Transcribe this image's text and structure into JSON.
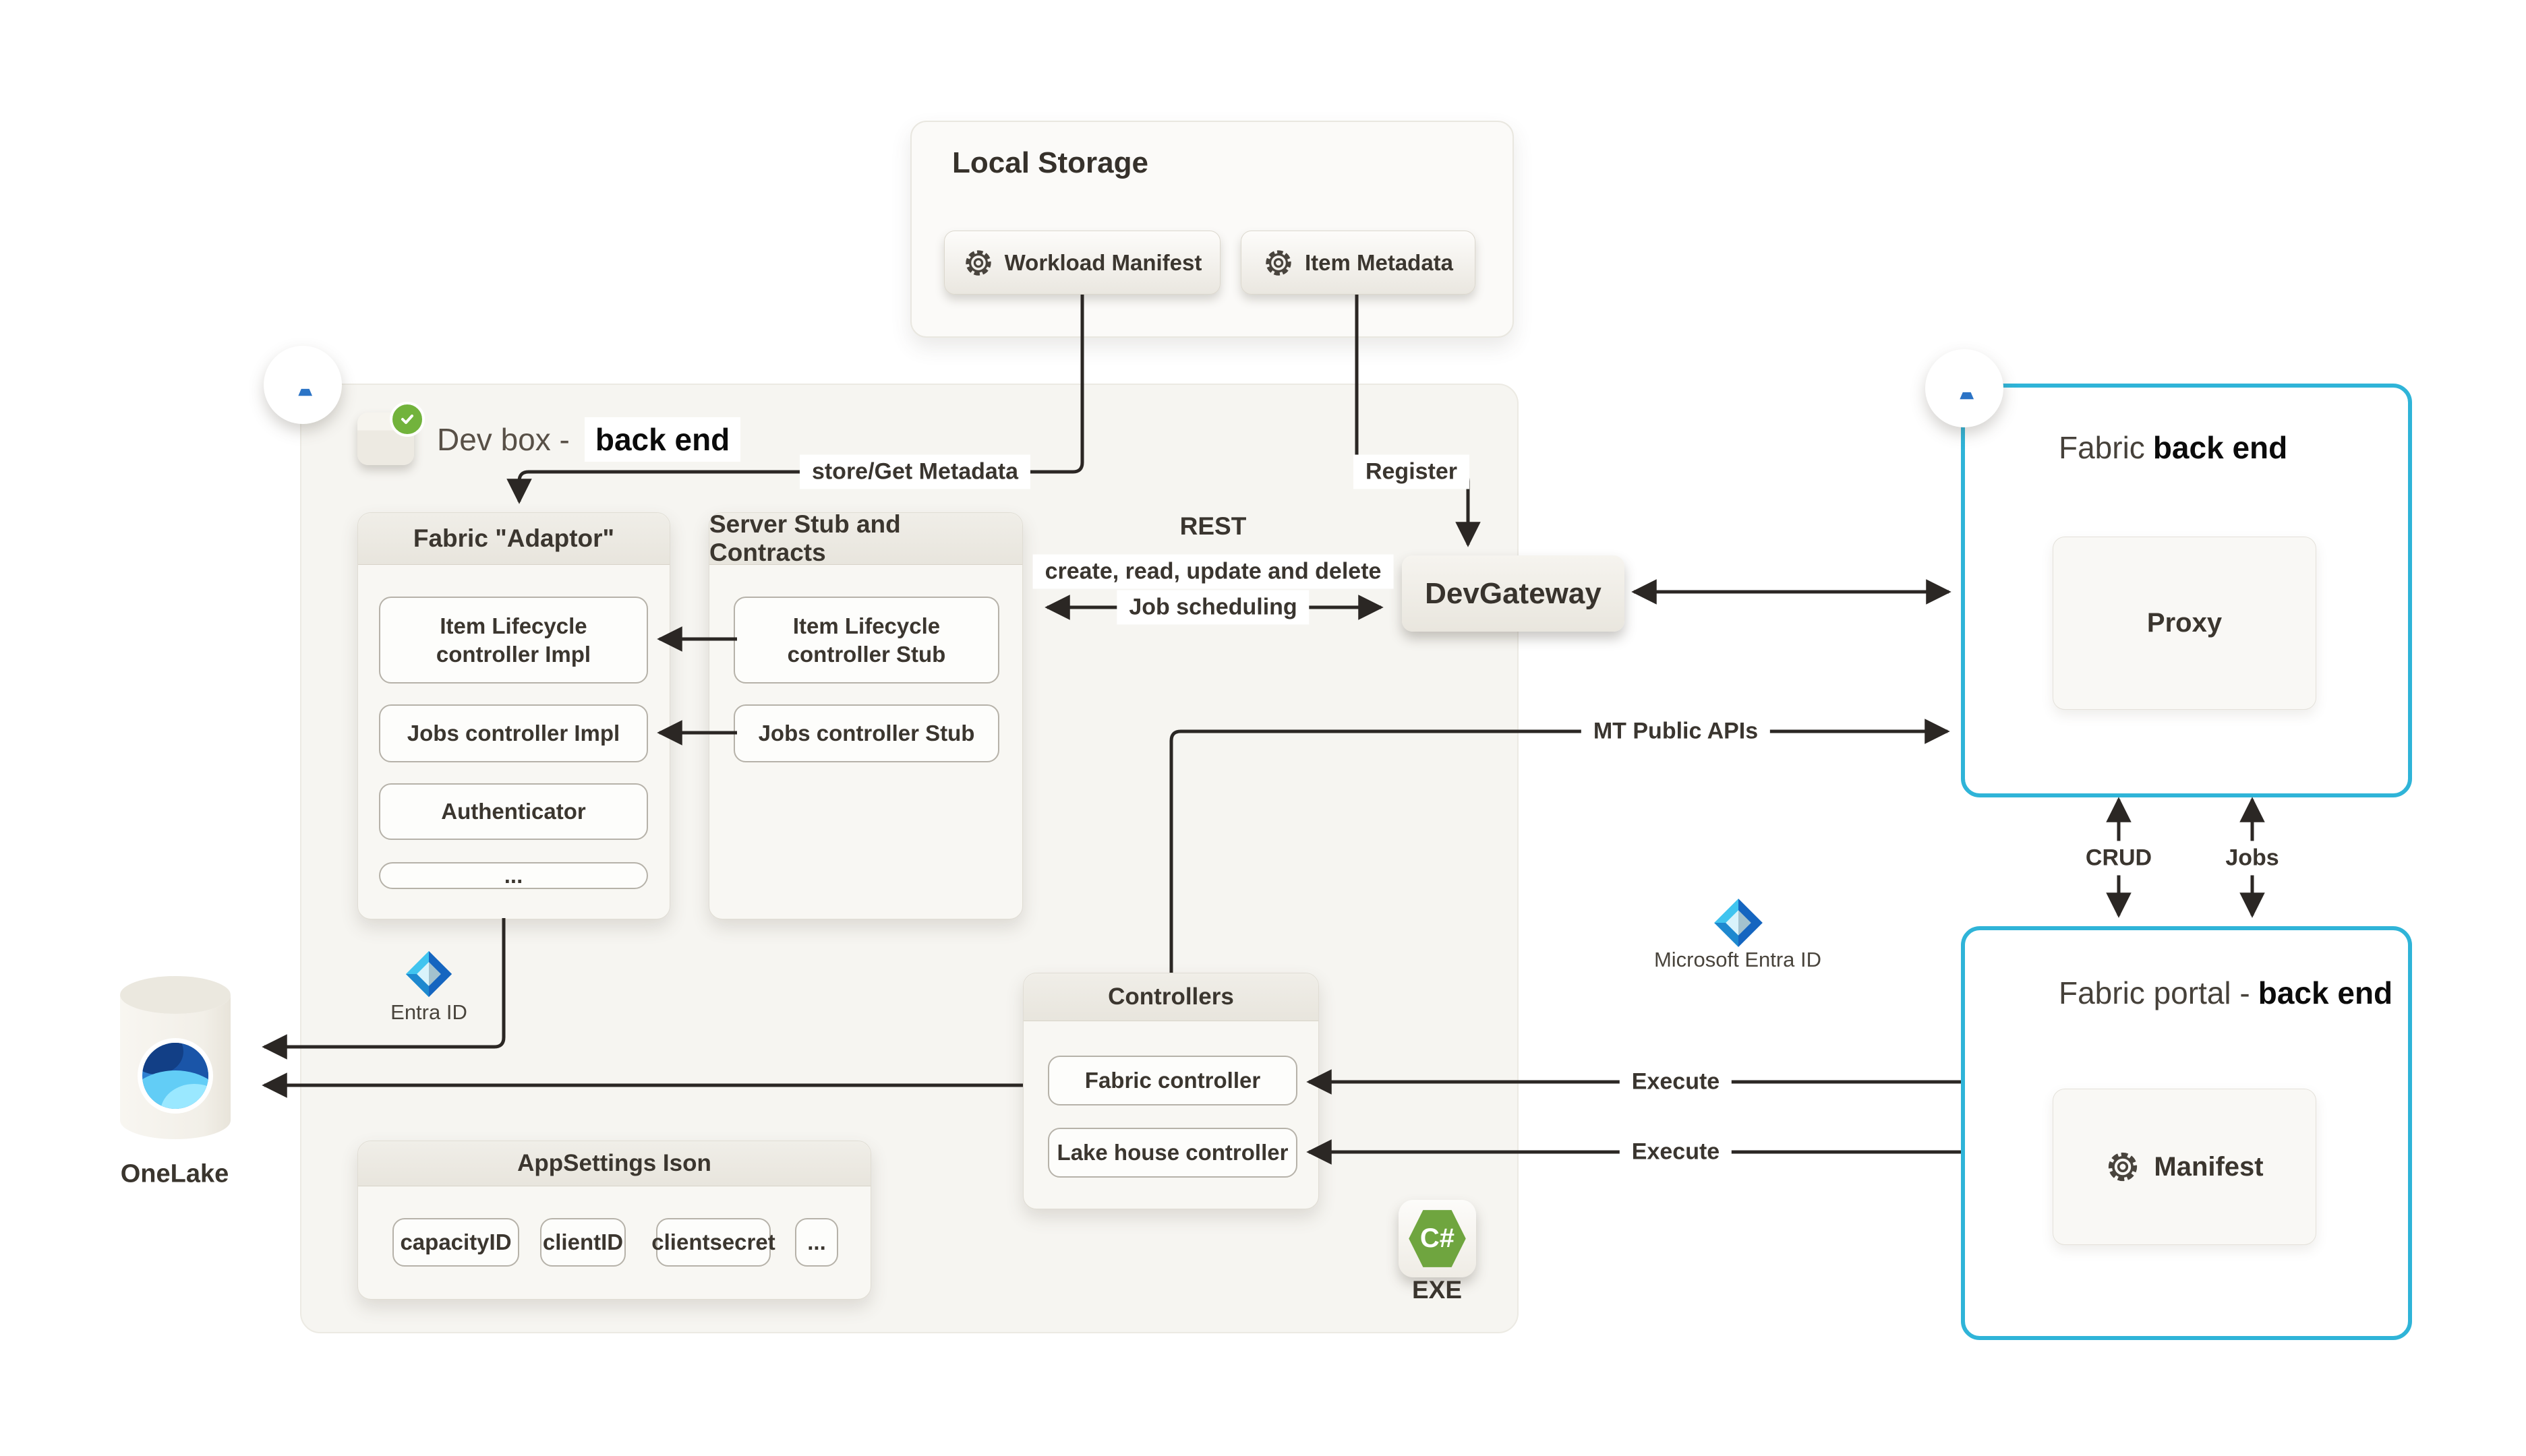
{
  "colors": {
    "accent_cyan": "#2fb4d8",
    "line_dark": "#2b2724",
    "panel_bg": "#f8f7f3",
    "devbox_bg": "#f6f5f1",
    "csharp_green": "#6fa53f",
    "check_green": "#72b33c",
    "azure_blue": "#2499e3",
    "entra_blue": "#1565c0",
    "onelake_blue": "#2f7fd0"
  },
  "local_storage": {
    "title": "Local Storage",
    "items": [
      {
        "icon": "gear-icon",
        "label": "Workload Manifest"
      },
      {
        "icon": "gear-icon",
        "label": "Item Metadata"
      }
    ]
  },
  "dev_box": {
    "title_prefix": "Dev box - ",
    "title_bold": "back end"
  },
  "adaptor": {
    "title": "Fabric \"Adaptor\"",
    "items": [
      "Item Lifecycle controller Impl",
      "Jobs controller Impl",
      "Authenticator",
      "..."
    ]
  },
  "server_stub": {
    "title": "Server Stub and Contracts",
    "items": [
      "Item Lifecycle controller Stub",
      "Jobs controller Stub"
    ]
  },
  "controllers": {
    "title": "Controllers",
    "items": [
      "Fabric controller",
      "Lake house controller"
    ]
  },
  "app_settings": {
    "title": "AppSettings Ison",
    "items": [
      "capacityID",
      "clientID",
      "clientsecret",
      "..."
    ]
  },
  "dev_gateway": {
    "label": "DevGateway"
  },
  "fabric_back_end": {
    "title_prefix": "Fabric ",
    "title_bold": "back end",
    "proxy_label": "Proxy"
  },
  "fabric_portal": {
    "title_prefix": "Fabric portal - ",
    "title_bold": "back end",
    "manifest_label": "Manifest"
  },
  "one_lake": {
    "label": "OneLake"
  },
  "entra_small": {
    "label": "Entra ID"
  },
  "entra_large": {
    "label": "Microsoft Entra ID"
  },
  "exe": {
    "label": "EXE",
    "logo_text": "C#"
  },
  "edges": {
    "store_get_metadata": "store/Get Metadata",
    "register": "Register",
    "rest": "REST",
    "crud_long": "create, read, update and delete",
    "job_scheduling": "Job scheduling",
    "mt_public_apis": "MT Public APIs",
    "crud": "CRUD",
    "jobs": "Jobs",
    "execute_upper": "Execute",
    "execute_lower": "Execute"
  }
}
